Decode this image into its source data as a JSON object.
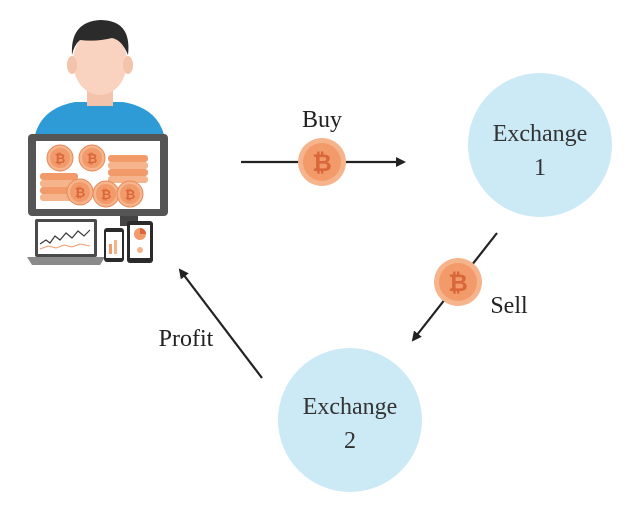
{
  "edges": {
    "buy": {
      "label": "Buy"
    },
    "sell": {
      "label": "Sell"
    },
    "profit": {
      "label": "Profit"
    }
  },
  "nodes": {
    "exchange1": {
      "line1": "Exchange",
      "line2": "1"
    },
    "exchange2": {
      "line1": "Exchange",
      "line2": "2"
    }
  },
  "icons": {
    "coin": "bitcoin-coin-icon",
    "trader": "trader-at-computer-icon"
  },
  "colors": {
    "exchange_fill": "#cce9f6",
    "coin_outer": "#f6b48c",
    "coin_inner": "#f29a6a",
    "coin_symbol": "#d9673a",
    "arrow": "#222222",
    "shirt": "#2e9bd6",
    "skin": "#f9d3c0",
    "hair": "#2b2b2b",
    "monitor": "#555555"
  }
}
